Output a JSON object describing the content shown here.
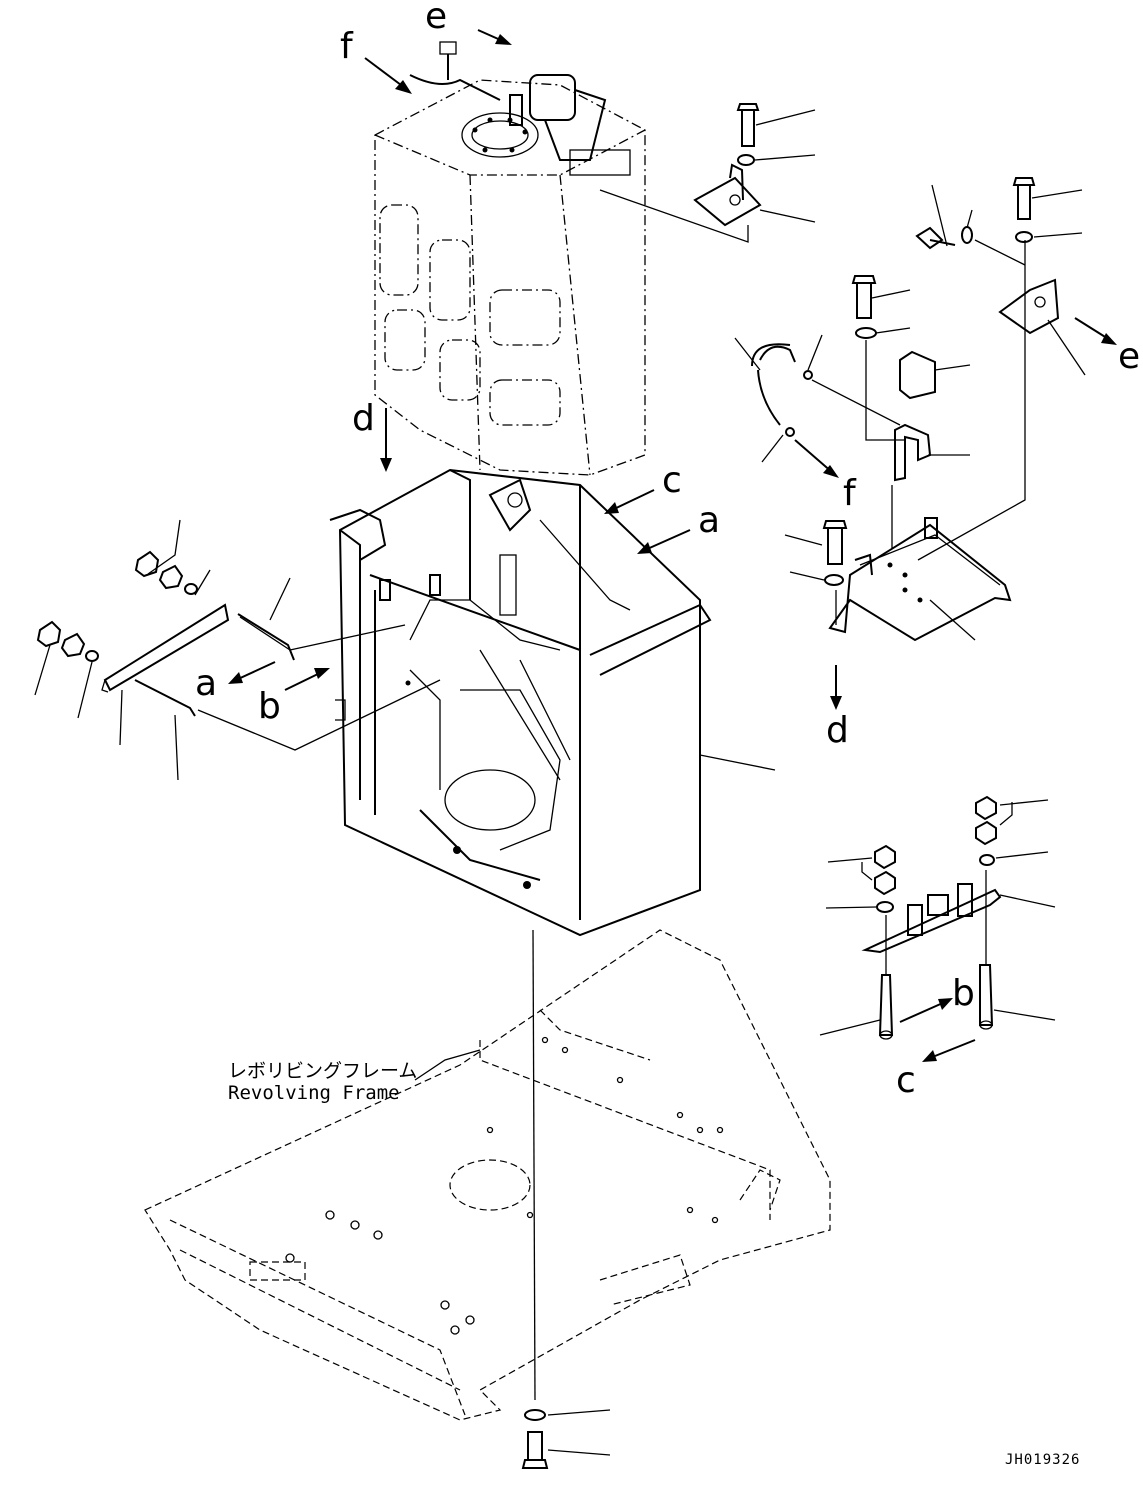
{
  "callout_letters": [
    "e",
    "f",
    "d",
    "c",
    "a",
    "a",
    "b",
    "e",
    "f",
    "d",
    "b",
    "c"
  ],
  "frame_label": {
    "japanese": "レボリビングフレーム",
    "english": "Revolving Frame"
  },
  "drawing_code": "JH019326"
}
